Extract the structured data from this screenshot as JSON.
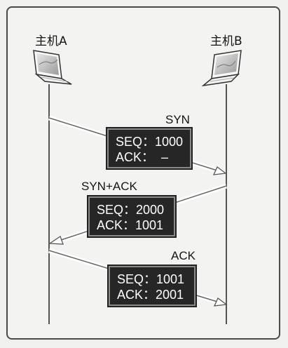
{
  "hosts": {
    "a": {
      "name": "主机A",
      "icon": "laptop-icon"
    },
    "b": {
      "name": "主机B",
      "icon": "laptop-icon"
    }
  },
  "messages": [
    {
      "label": "SYN",
      "seq": "SEQ：1000",
      "ack": "ACK：  –",
      "direction": "A-to-B"
    },
    {
      "label": "SYN+ACK",
      "seq": "SEQ：2000",
      "ack": "ACK：1001",
      "direction": "B-to-A"
    },
    {
      "label": "ACK",
      "seq": "SEQ：1001",
      "ack": "ACK：2001",
      "direction": "A-to-B"
    }
  ],
  "colors": {
    "box_bg": "#262626",
    "box_text": "#ffffff",
    "arrow": "#6a6a6a"
  }
}
